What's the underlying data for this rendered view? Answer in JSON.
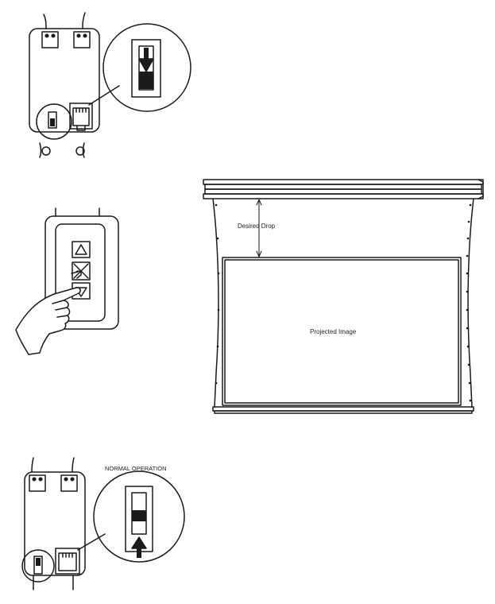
{
  "labels": {
    "desired_drop": "Desired Drop",
    "projected_image": "Projected Image",
    "normal_operation": "NORMAL OPERATION"
  },
  "colors": {
    "line": "#1a1a1a",
    "background": "#ffffff"
  },
  "icons": {
    "arrow_down": "arrow-down-icon",
    "arrow_up": "arrow-up-icon",
    "up_triangle": "up-triangle-icon",
    "stop_x": "stop-x-icon",
    "down_triangle": "down-triangle-icon",
    "pointing_hand": "pointing-hand-icon"
  }
}
